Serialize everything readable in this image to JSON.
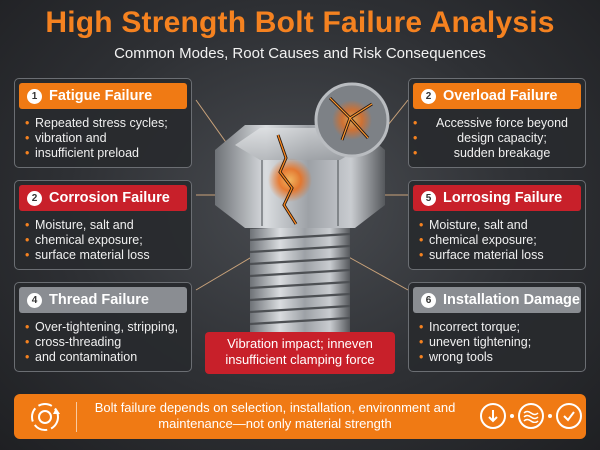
{
  "header": {
    "title": "High Strength Bolt Failure Analysis",
    "subtitle": "Common Modes, Root Causes and Risk Consequences"
  },
  "cards": [
    {
      "id": "fatigue",
      "number": "1",
      "title": "Fatigue Failure",
      "color": "#f07a14",
      "lines": [
        "Repeated stress cycles;",
        "vibration and",
        "insufficient preload"
      ]
    },
    {
      "id": "overload",
      "number": "2",
      "title": "Overload Failure",
      "color": "#f07a14",
      "lines": [
        "Accessive force beyond",
        "design capacity;",
        "sudden breakage"
      ]
    },
    {
      "id": "corrosion",
      "number": "2",
      "title": "Corrosion Failure",
      "color": "#c8202a",
      "lines": [
        "Moisture, salt and",
        "chemical exposure;",
        "surface material loss"
      ]
    },
    {
      "id": "lorrosing",
      "number": "5",
      "title": "Lorrosing Failure",
      "color": "#c8202a",
      "lines": [
        "Moisture, salt and",
        "chemical exposure;",
        "surface material loss"
      ]
    },
    {
      "id": "thread",
      "number": "4",
      "title": "Thread Failure",
      "color": "#8a8d92",
      "lines": [
        "Over-tightening, stripping,",
        "cross-threading",
        "and contamination"
      ]
    },
    {
      "id": "installation",
      "number": "6",
      "title": "Installation Damage",
      "color": "#8a8d92",
      "lines": [
        "Incorrect torque;",
        "uneven tightening;",
        "wrong tools"
      ]
    }
  ],
  "callout": {
    "line1": "Vibration impact; inneven",
    "line2": "insufficient clamping force"
  },
  "footer": {
    "line1": "Bolt failure depends on selection, installation, environment and",
    "line2": "maintenance—not only material strength"
  },
  "icons": [
    "gear-cycle-icon",
    "down-arrow-icon",
    "wave-icon",
    "check-icon"
  ],
  "colors": {
    "accent": "#f58220",
    "red": "#c8202a",
    "grey": "#8a8d92"
  }
}
